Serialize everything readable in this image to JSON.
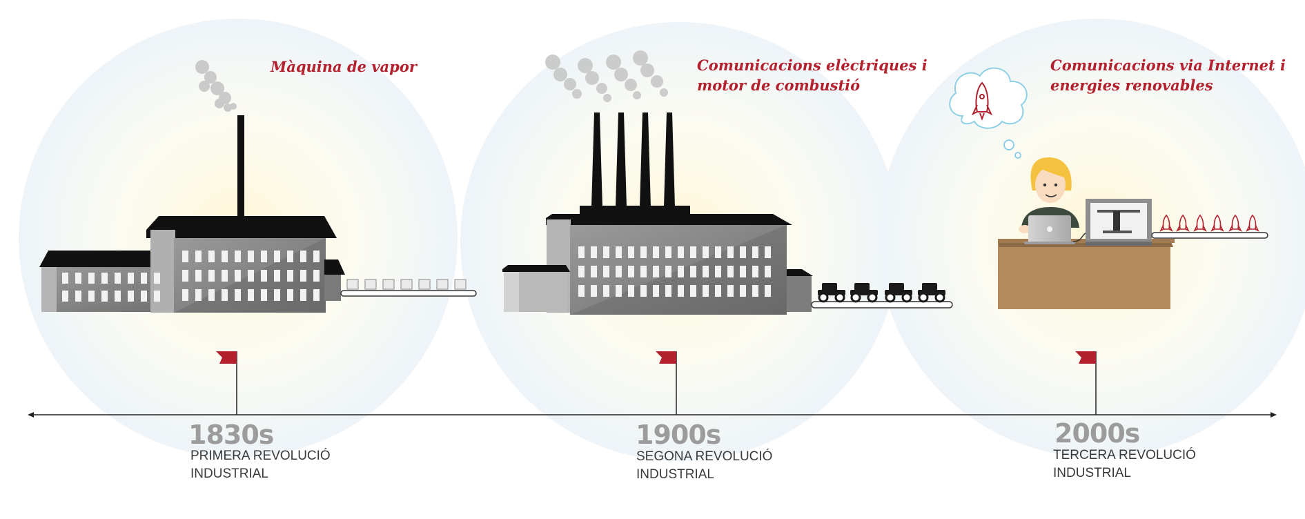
{
  "timeline": {
    "eras": [
      {
        "title": "Màquina de vapor",
        "year": "1830s",
        "subtitle": "PRIMERA REVOLUCIÓ\nINDUSTRIAL",
        "icon": "steam-factory-icon"
      },
      {
        "title": "Comunicacions elèctriques i\nmotor de combustió",
        "year": "1900s",
        "subtitle": "SEGONA REVOLUCIÓ\nINDUSTRIAL",
        "icon": "four-chimney-factory-icon"
      },
      {
        "title": "Comunicacions via Internet i\nenergies renovables",
        "year": "2000s",
        "subtitle": "TERCERA REVOLUCIÓ\nINDUSTRIAL",
        "icon": "person-laptop-3d-printer-icon"
      }
    ]
  },
  "colors": {
    "accent": "#b3202e",
    "year_text": "#9c9c9c",
    "subtitle_text": "#3a3a3a",
    "factory_dark": "#111111",
    "factory_wall": "#8a8a8a",
    "window": "#f2f2f2",
    "desk": "#b48a5c"
  }
}
